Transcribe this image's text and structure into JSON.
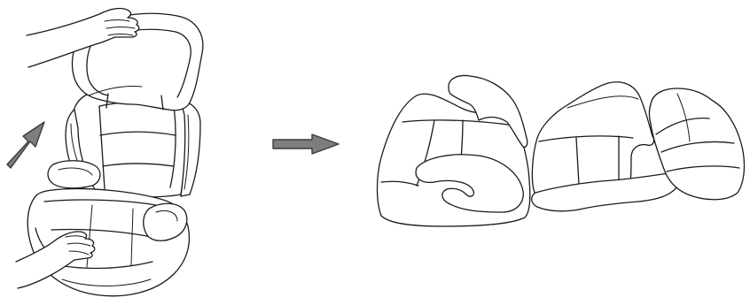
{
  "colors": {
    "line": "#1a1a1a",
    "arrow_fill": "#7d7d7d",
    "arrow_stroke": "#3c3c3c",
    "background": "#ffffff"
  },
  "figure": {
    "left": "booster-seat-assembled-with-hands",
    "middle": "right-arrow",
    "right": "seat-cushion-parts-removed"
  }
}
